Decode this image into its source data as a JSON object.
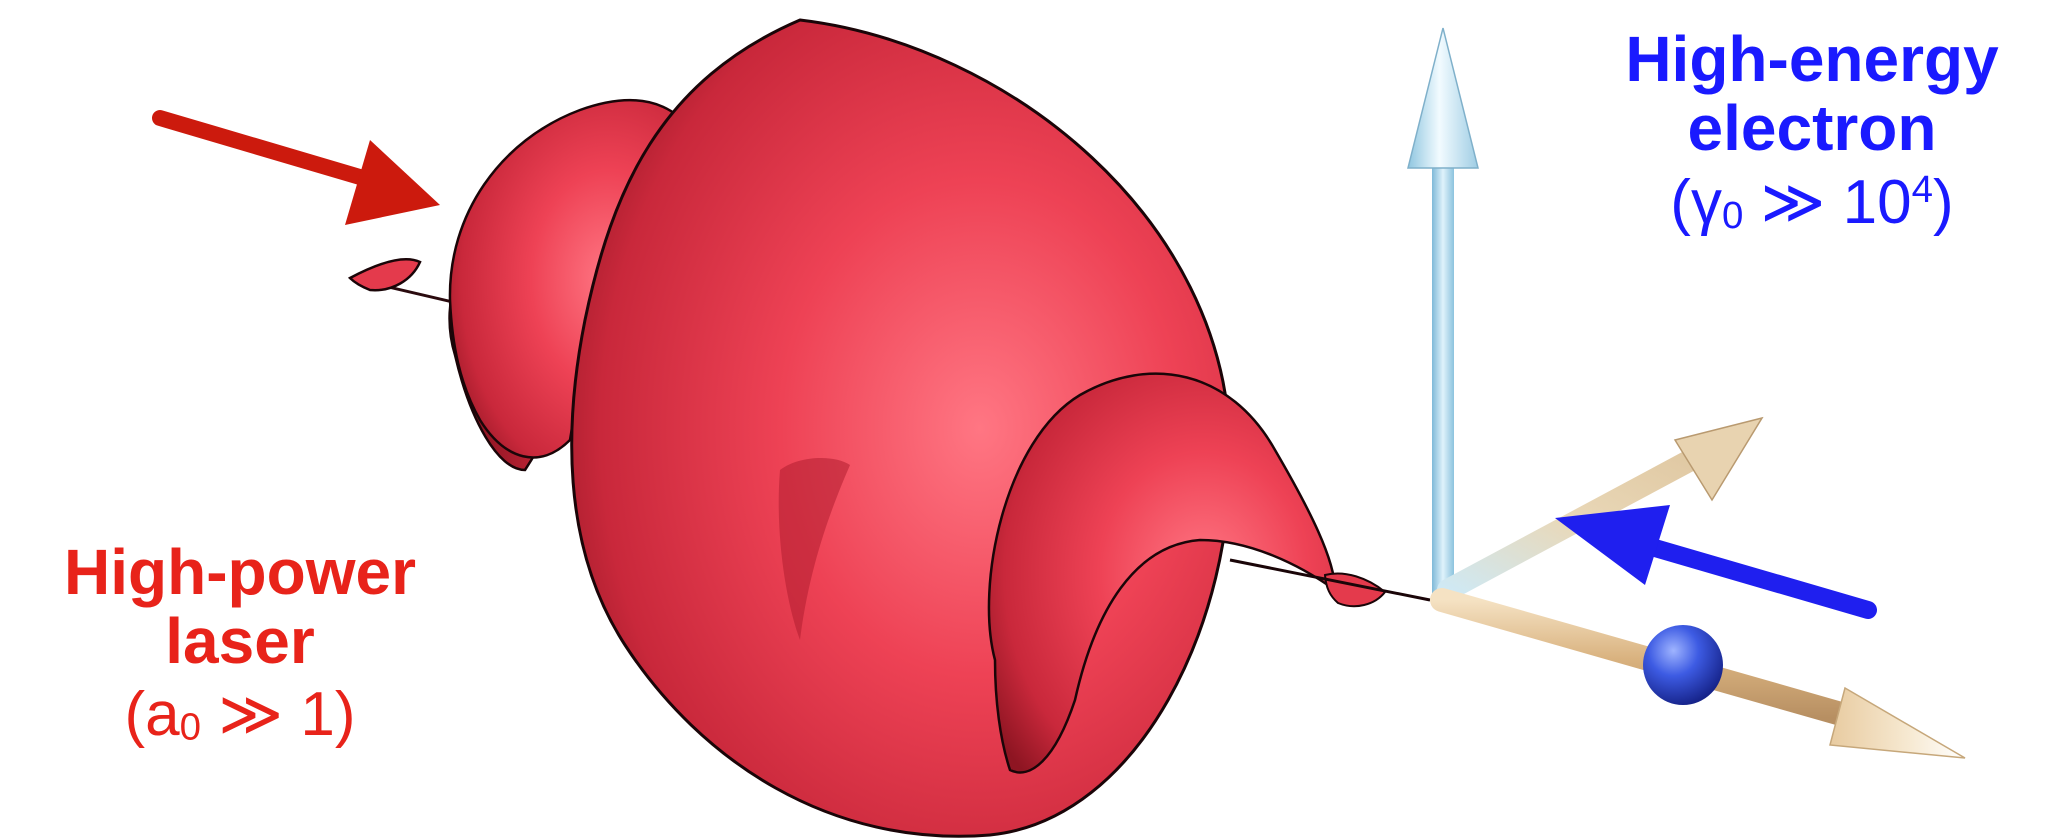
{
  "laser": {
    "line1": "High-power",
    "line2": "laser",
    "param_open": "(a",
    "param_sub": "0",
    "param_rest": " ≫ 1)",
    "color": "#e8231a"
  },
  "electron": {
    "line1": "High-energy",
    "line2": "electron",
    "param_open": "(γ",
    "param_sub": "0",
    "param_mid": " ≫ 10",
    "param_sup": "4",
    "param_close": ")",
    "color": "#1a1aff"
  },
  "colors": {
    "laser_arrow": "#cc1a0d",
    "electron_arrow": "#1f1fef",
    "wave_fill": "#e63a4d",
    "wave_highlight": "#ff6b78",
    "wave_shadow": "#9c1828",
    "electron_sphere": "#3b57e0",
    "axis_blue": "#a8d8ee",
    "axis_tan": "#e8c9a0"
  },
  "icons": {
    "laser_direction": "arrow-icon",
    "electron_direction": "arrow-icon",
    "electron_particle": "sphere-icon"
  }
}
